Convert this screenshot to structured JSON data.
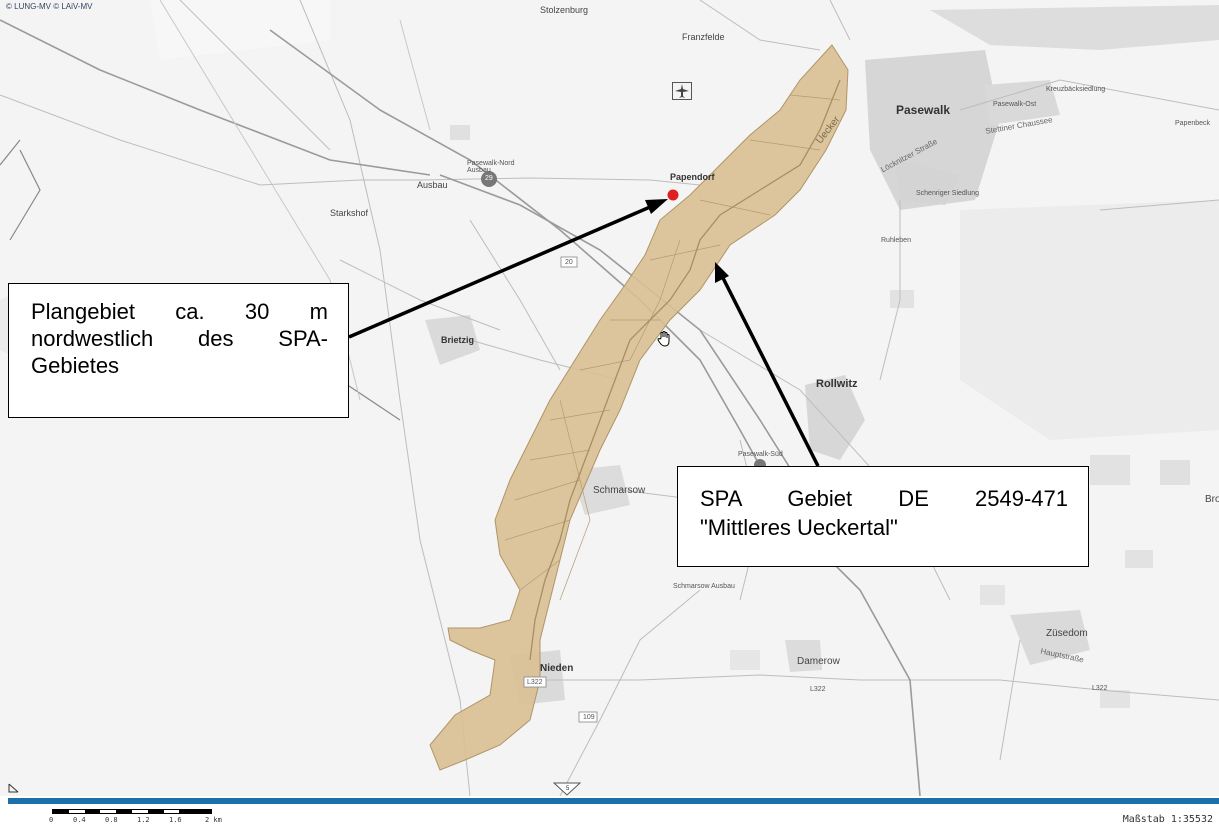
{
  "attribution": "© LUNG-MV © LAiV-MV",
  "places": {
    "pasewalk": "Pasewalk",
    "pasewalk_ost": "Pasewalk-Ost",
    "kreuzbaeck": "Kreuzbäcksiedlung",
    "papenbeck": "Papenbeck",
    "papendorf": "Papendorf",
    "pasewalk_nord_ausbau": "Pasewalk-Nord Ausbau",
    "ausbau": "Ausbau",
    "starkshof": "Starkshof",
    "brietzig": "Brietzig",
    "rollwitz": "Rollwitz",
    "pasewalk_sued": "Pasewalk-Süd",
    "schmarsow": "Schmarsow",
    "schmarsow_ausbau": "Schmarsow Ausbau",
    "nieden": "Nieden",
    "damerow": "Damerow",
    "zuesedom": "Züsedom",
    "ruhleben": "Ruhleben",
    "schenriger_siedlung": "Schenriger Siedlung",
    "franzfelde": "Franzfelde",
    "stolzenburg": "Stolzenburg",
    "bro": "Bro"
  },
  "streets": {
    "stettiner": "Stettiner Chaussee",
    "loecknitzer": "Löcknitzer Straße",
    "hauptstrasse": "Hauptstraße"
  },
  "river": "Uecker",
  "roads": {
    "r20": "20",
    "r109": "109",
    "l322a": "L322",
    "l322b": "L322",
    "l322c": "L322",
    "exit29": "29",
    "exit5": "5"
  },
  "callouts": {
    "plangebiet": [
      "Plangebiet ca. 30 m",
      "nordwestlich des SPA-",
      "Gebietes"
    ],
    "spa": [
      "SPA Gebiet DE 2549-471",
      "\"Mittleres Ueckertal\""
    ]
  },
  "scalebar": {
    "ticks": [
      "0",
      "0.4",
      "0.8",
      "1.2",
      "1.6",
      "2 km"
    ],
    "scale_text": "Maßstab 1:35532"
  },
  "colors": {
    "spa_area": "#d9bf93",
    "marker": "#e02020",
    "accent_bar": "#1c6fa8"
  },
  "icons": {
    "airport": "airport-icon",
    "cursor": "hand-cursor-icon",
    "collapse": "chevron-down-icon",
    "corner": "corner-triangle-icon"
  }
}
